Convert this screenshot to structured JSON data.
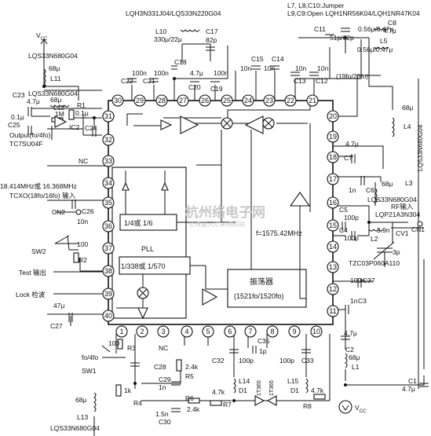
{
  "labels": {
    "top_jumper": "L7, L8,C10:Jumper",
    "top_open": "L9,C9:Open LQH1NR56K04/LQH1NR47K04",
    "l10_type": "LQH3N331J04/LQS33N220G04",
    "l10": "L10",
    "l10_val": "330μ/22μ",
    "c17": "C17",
    "c17_val": "82p",
    "c11": "C11",
    "c11_val": "51p/62p",
    "c8": "C8",
    "c8_val": "4.7μ",
    "l5_upper_val": "0.56μ/0.47μ",
    "l5": "L5",
    "l5_val": "0.56μ/0.47μ",
    "vcc_top": "V",
    "vcc_top_sub": "CC",
    "lqs_top": "LQS33N680G04",
    "l11_val": "68μ",
    "l11": "L11",
    "lqs_mid": "LQS33N680G04",
    "c23": "C23",
    "c23_val": "4.7μ",
    "l12_val": "68μ",
    "l12": "L12",
    "r1": "R1",
    "r1_val": "0.1μ",
    "c25_val": "0.1μ",
    "c25": "C25",
    "im": "1M",
    "ic2": "IC2",
    "c24": "C24",
    "output": "Output(fo/4fo)",
    "tc7": "TC7SU04F",
    "c22": "C22",
    "c21": "C21",
    "c18": "C18",
    "c20": "C20",
    "c19": "C19",
    "c15": "C15",
    "c14": "C14",
    "c13": "C13",
    "c12": "C12",
    "cap_100n_a": "100n",
    "cap_100n_b": "100n",
    "cap_47_c20": "4.7μ",
    "cap_100n_c": "100n",
    "cap_10n_a": "10n",
    "cap_10n_b": "10n",
    "cap_10n_c": "10n",
    "cap_10n_d": "10n",
    "div_note": "(19fo/20fo)",
    "l4_val": "68μ",
    "l4": "L4",
    "lqs_right": "LQS33N680G04",
    "c7": "C7",
    "c7_val": "4.7μ",
    "c6": "C6",
    "c6_val": "1n",
    "l3_val": "68μ",
    "l3": "L3",
    "lqs_l3": "LQS33N680G04",
    "rf_in": "RF输入",
    "c5": "C5",
    "c4": "C4",
    "c5_val": "100p",
    "c4_val": "100p",
    "lqp": "LQP21A3N304",
    "cn1": "CN1",
    "l2_val": "3.9n",
    "l2": "L2",
    "cv1": "CV1",
    "cv1_val": "3p",
    "freq": "f=1575.42MHz",
    "tzc": "TZC03P060A110",
    "c37": "C37",
    "c37_val": "100n",
    "c3": "C3",
    "c3_val": "1n",
    "c2": "C2",
    "c2_val": "4.7μ",
    "l1_val": "68μ",
    "l1": "L1",
    "c1": "C1",
    "c1_val": "4.7μ",
    "nc_left": "NC",
    "tcxo_freq": "18.414MHz或 16.368MHz",
    "tcxo": "TCXO(18fo/16fo) 输入",
    "cn2": "CN2",
    "c26": "C26",
    "c26_val": "10n",
    "sw2": "SW2",
    "r2_val": "100",
    "r2": "R2",
    "test": "Test 输出",
    "lock": "Lock 检波",
    "c27_val": "47μ",
    "c27": "C27",
    "div_box": "1/4或 1/6",
    "pll": "PLL",
    "div_box2": "1/338或 1/570",
    "osc_title": "振荡器",
    "osc_sub": "(1521fo/1520fo)",
    "r3_val": "100",
    "r3": "R3",
    "nc_bottom": "NC",
    "sw1_mode": "fo/4fo",
    "sw1": "SW1",
    "c28": "C28",
    "c29": "C29",
    "c29_val": "1n",
    "r5_val": "2.4k",
    "r5": "R5",
    "r4_val": "1k",
    "r4": "R4",
    "c30_val": "1.5n",
    "c30": "C30",
    "r6": "R6",
    "r6_val": "2.4k",
    "c32": "C32",
    "c32_val": "100p",
    "c35": "C35",
    "c35_val": "1p",
    "c33": "C33",
    "c33_val": "100p",
    "l14": "L14",
    "d1_l": "D1",
    "l15": "L15",
    "d1_r": "D1",
    "r7_val": "4.7k",
    "r7": "R7",
    "d_part_l": "1T365",
    "d_part_r": "1T365",
    "r8_val": "4.7k",
    "r8": "R8",
    "vcc_bottom": "V",
    "vcc_bottom_sub": "CC",
    "l13_val": "68μ",
    "l13": "L13",
    "lqs_bottom": "LQS33N680G04",
    "watermark": "杭州络电子网",
    "watermark_sub": "全球最大IC采购网站"
  },
  "pins": {
    "top": [
      "30",
      "29",
      "28",
      "27",
      "26",
      "25",
      "24",
      "23",
      "22",
      "21"
    ],
    "left": [
      "31",
      "32",
      "33",
      "34",
      "35",
      "36",
      "37",
      "38",
      "39",
      "40"
    ],
    "right": [
      "20",
      "19",
      "18",
      "17",
      "16",
      "15",
      "14",
      "13",
      "12",
      "11"
    ],
    "bottom": [
      "1",
      "2",
      "3",
      "4",
      "5",
      "6",
      "7",
      "8",
      "9",
      "10"
    ]
  }
}
